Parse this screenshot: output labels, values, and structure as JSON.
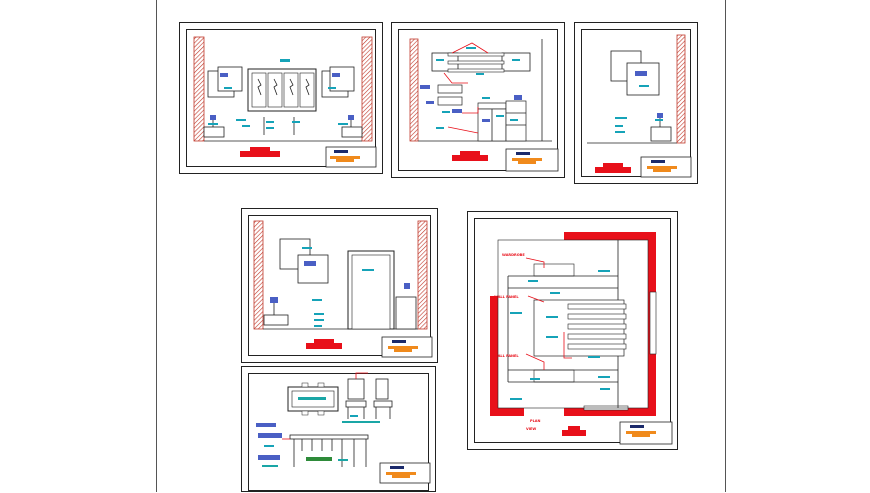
{
  "sheet": {
    "edge_color": "#555555"
  },
  "colors": {
    "wall_hatch": "#c0392b",
    "title_block_red": "#e8101a",
    "tag_blue": "#4a5fc4",
    "tag_cyan": "#16a3b8",
    "block_orange": "#f08a1c"
  },
  "drawings": [
    {
      "id": "elevation-1",
      "kind": "bedroom wall elevation with wardrobe"
    },
    {
      "id": "elevation-2",
      "kind": "kitchen shelving elevation"
    },
    {
      "id": "elevation-3",
      "kind": "side wall elevation with frame"
    },
    {
      "id": "elevation-4",
      "kind": "wall elevation with door"
    },
    {
      "id": "furniture-details",
      "kind": "table and chair details"
    },
    {
      "id": "floor-plan",
      "kind": "room plan view"
    }
  ],
  "plan_labels": {
    "top_left": "WARDROBE",
    "mid_left": "WALL PANEL",
    "low_left": "WALL PANEL",
    "plan_title": "PLAN",
    "plan_subtitle": "VIEW"
  }
}
